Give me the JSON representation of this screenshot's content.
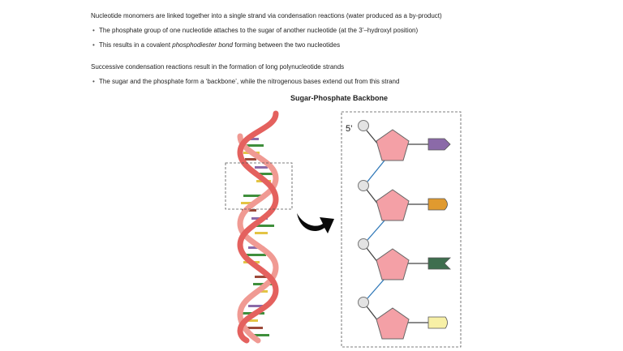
{
  "text": {
    "para1": "Nucleotide monomers are linked together into a single strand via condensation reactions (water produced as a by-product)",
    "bullet1": "The phosphate group of one nucleotide attaches to the sugar of another nucleotide (at the 3’–hydroxyl position)",
    "bullet2_pre": "This results in a covalent ",
    "bullet2_em": "phosphodiester bond",
    "bullet2_post": " forming between the two nucleotides",
    "para2": "Successive condensation reactions result in the formation of long polynucleotide strands",
    "bullet3": "The sugar and the phosphate form a ‘backbone’, while the nitrogenous bases extend out from this strand"
  },
  "diagram": {
    "title": "Sugar-Phosphate Backbone",
    "five_prime_label": "5’"
  },
  "colors": {
    "strand": "#e4615e",
    "sugar": "#f4a0a6",
    "phosphate": "#e3e3e3",
    "bond": "#2f78b8",
    "base_purple": "#8b6aa8",
    "base_orange": "#e09a2f",
    "base_green": "#3e6e4e",
    "base_yellow": "#f7f0a6"
  }
}
